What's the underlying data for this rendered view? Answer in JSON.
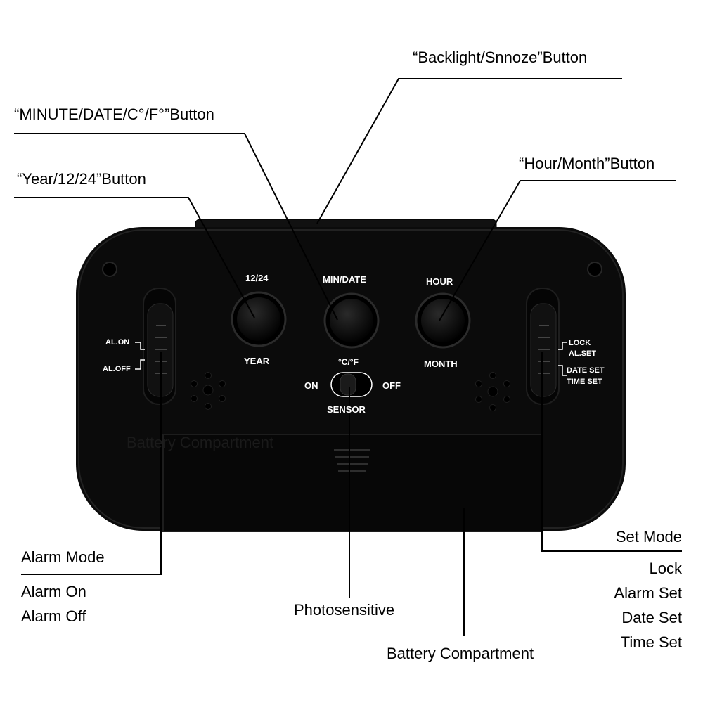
{
  "callouts": {
    "backlight": "“Backlight/Snnoze”Button",
    "minute": "“MINUTE/DATE/C°/F°”Button",
    "year": "“Year/12/24”Button",
    "hour": "“Hour/Month”Button",
    "alarm_mode": "Alarm Mode",
    "alarm_on": "Alarm On",
    "alarm_off": "Alarm Off",
    "photosensitive": "Photosensitive",
    "battery": "Battery Compartment",
    "set_mode": "Set Mode",
    "lock": "Lock",
    "alarm_set": "Alarm Set",
    "date_set": "Date Set",
    "time_set": "Time Set"
  },
  "clock": {
    "btn_1224": "12/24",
    "btn_year": "YEAR",
    "btn_min": "MIN/DATE",
    "btn_cf": "°C/°F",
    "btn_hour": "HOUR",
    "btn_month": "MONTH",
    "sensor_on": "ON",
    "sensor_off": "OFF",
    "sensor": "SENSOR",
    "al_on": "AL.ON",
    "al_off": "AL.OFF",
    "lock": "LOCK",
    "al_set": "AL.SET",
    "date_set": "DATE SET",
    "time_set": "TIME SET",
    "battery_embossed": "Battery Compartment"
  },
  "colors": {
    "body": "#0a0a0a",
    "label": "#ffffff",
    "line": "#000000"
  }
}
